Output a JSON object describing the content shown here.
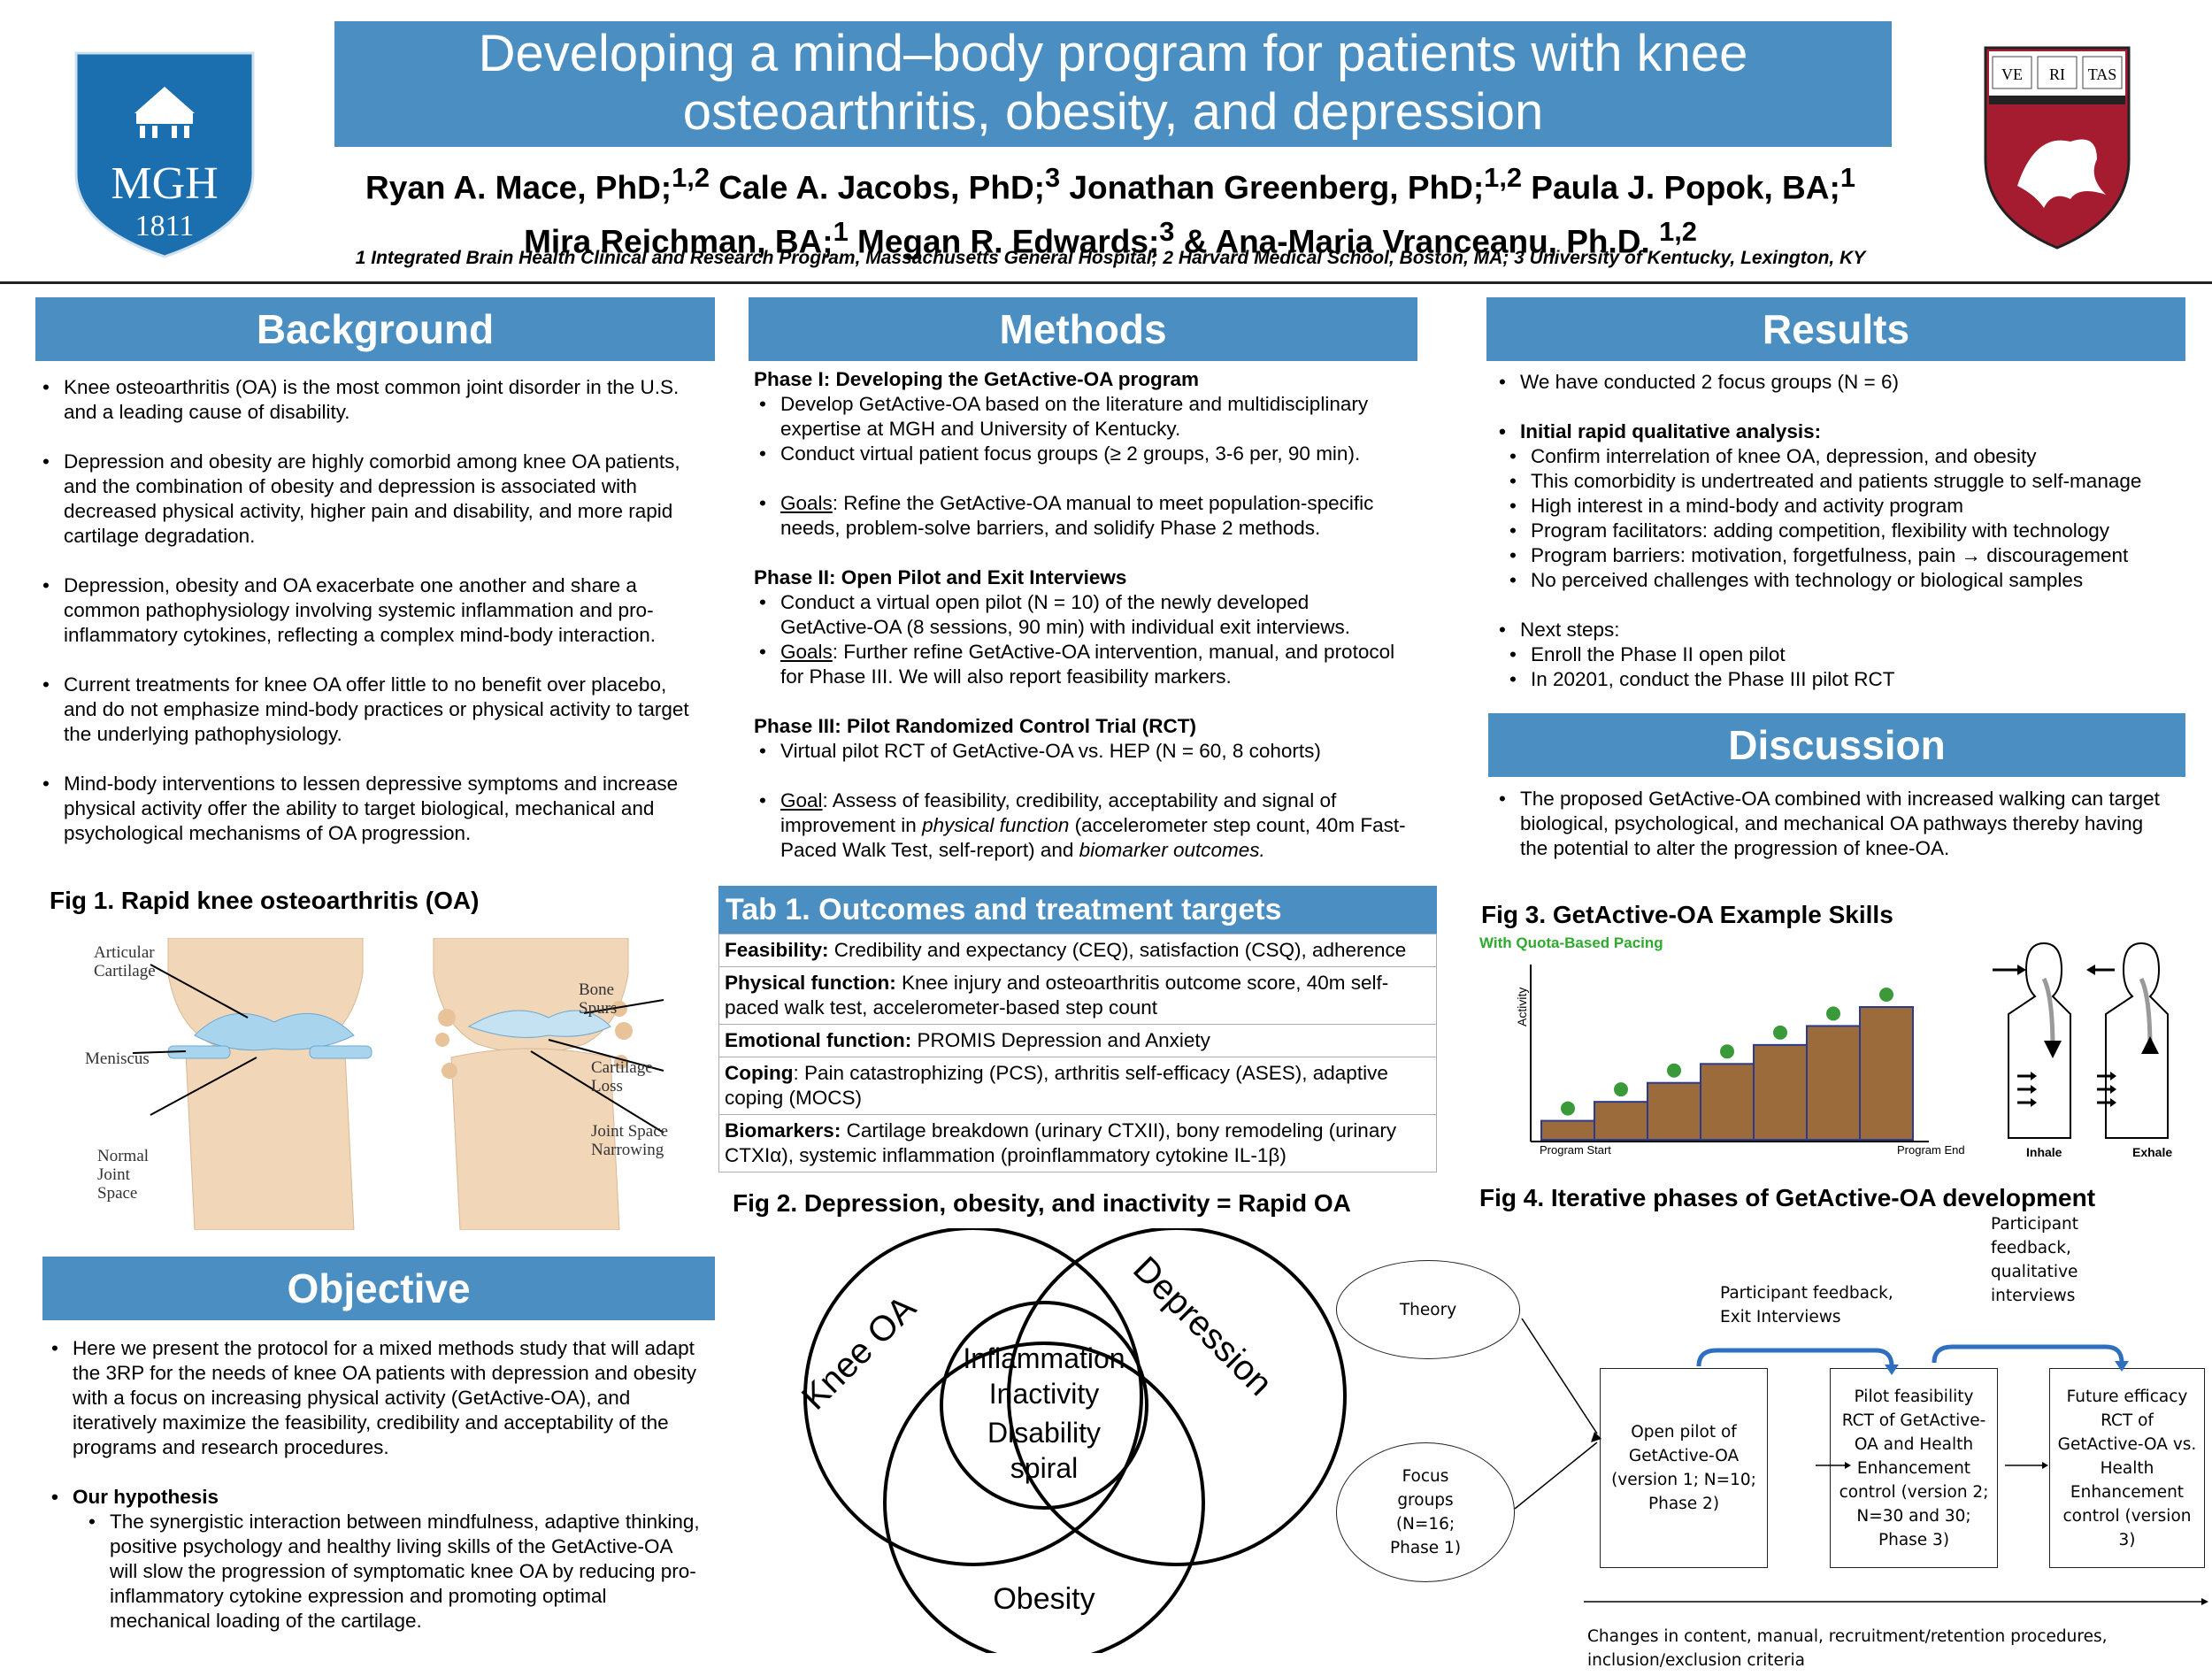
{
  "header": {
    "title_line1": "Developing a mind–body program for patients with knee",
    "title_line2": "osteoarthritis, obesity, and depression",
    "authors_line1": "Ryan A. Mace, PhD;1,2 Cale A. Jacobs, PhD;3 Jonathan Greenberg, PhD;1,2 Paula J. Popok, BA;1",
    "authors_line2": "Mira Reichman, BA;1 Megan R. Edwards;3 & Ana-Maria Vranceanu, Ph.D. 1,2",
    "affiliations": "1 Integrated Brain Health Clinical and Research Program, Massachusetts General Hospital; 2 Harvard Medical School, Boston, MA; 3 University of Kentucky, Lexington, KY"
  },
  "logos": {
    "mgh_text": "MGH",
    "mgh_year": "1811",
    "harvard_text": [
      "VE",
      "RI",
      "TAS"
    ]
  },
  "background": {
    "heading": "Background",
    "bullets": [
      "Knee osteoarthritis (OA) is the most common joint disorder in the U.S. and a leading cause of disability.",
      "Depression and obesity are highly comorbid among knee OA patients, and the combination of obesity and depression is associated with decreased physical activity, higher pain and disability, and more rapid cartilage degradation.",
      "Depression, obesity and OA exacerbate one another and share a common pathophysiology involving systemic inflammation and pro-inflammatory cytokines, reflecting a complex mind-body interaction.",
      "Current treatments for knee OA offer little to no benefit over placebo, and do not emphasize mind-body practices or physical activity to target the underlying pathophysiology.",
      "Mind-body interventions to lessen depressive symptoms and increase physical activity offer the ability to target biological, mechanical and psychological mechanisms of OA progression."
    ]
  },
  "fig1": {
    "title": "Fig 1. Rapid knee osteoarthritis (OA)",
    "labels": {
      "articular": "Articular Cartilage",
      "meniscus": "Meniscus",
      "normal": "Normal Joint Space",
      "spurs": "Bone Spurs",
      "loss": "Cartilage Loss",
      "narrowing": "Joint Space Narrowing"
    }
  },
  "objective": {
    "heading": "Objective",
    "text": "Here we present the protocol for a mixed methods study that will adapt the 3RP for the needs of knee OA patients with depression and obesity with a focus on increasing physical activity (GetActive-OA), and iteratively maximize the feasibility, credibility and acceptability of the programs and research procedures.",
    "hypothesis_label": "Our hypothesis",
    "hypothesis_text": "The synergistic interaction between mindfulness, adaptive thinking, positive psychology and healthy living skills of the GetActive-OA will slow the progression of symptomatic knee OA by reducing pro-inflammatory cytokine expression and promoting optimal mechanical loading of the cartilage."
  },
  "methods": {
    "heading": "Methods",
    "phase1_title": "Phase I: Developing the GetActive-OA program",
    "phase1_b1": "Develop GetActive-OA based on the literature and multidisciplinary expertise at MGH and University of Kentucky.",
    "phase1_b2": "Conduct virtual patient focus groups (≥ 2 groups, 3-6 per, 90 min).",
    "phase1_goal_label": "Goals",
    "phase1_goal": ": Refine the GetActive-OA manual to meet population-specific needs, problem-solve barriers, and solidify Phase 2 methods.",
    "phase2_title": "Phase II: Open Pilot and Exit Interviews",
    "phase2_b1": "Conduct a virtual open pilot (N = 10) of the newly developed GetActive-OA (8 sessions, 90 min) with individual exit interviews.",
    "phase2_goal_label": "Goals",
    "phase2_goal": ": Further refine GetActive-OA intervention, manual, and protocol for Phase III. We will also report feasibility markers.",
    "phase3_title": "Phase III: Pilot Randomized Control Trial (RCT)",
    "phase3_b1": "Virtual pilot RCT of GetActive-OA vs. HEP (N = 60, 8 cohorts)",
    "phase3_goal_label": "Goal",
    "phase3_goal_a": ": Assess of feasibility, credibility, acceptability and signal of improvement in ",
    "phase3_goal_em1": "physical function",
    "phase3_goal_b": " (accelerometer step count, 40m Fast-Paced Walk Test, self-report) and ",
    "phase3_goal_em2": "biomarker outcomes."
  },
  "tab1": {
    "title": "Tab 1. Outcomes and treatment targets",
    "rows": [
      {
        "label": "Feasibility:",
        "text": " Credibility and expectancy (CEQ), satisfaction (CSQ), adherence"
      },
      {
        "label": "Physical function:",
        "text": " Knee injury and osteoarthritis outcome score, 40m self-paced walk test, accelerometer-based step count"
      },
      {
        "label": "Emotional function:",
        "text": " PROMIS Depression and Anxiety"
      },
      {
        "label": "Coping",
        "text": ": Pain catastrophizing (PCS), arthritis self-efficacy (ASES), adaptive coping (MOCS)"
      },
      {
        "label": "Biomarkers:",
        "text": " Cartilage breakdown (urinary CTXII), bony remodeling (urinary CTXIα), systemic inflammation (proinflammatory cytokine IL-1β)"
      }
    ]
  },
  "fig2": {
    "title": "Fig 2. Depression, obesity, and inactivity = Rapid OA",
    "circle1": "Knee OA",
    "circle2": "Depression",
    "circle3": "Obesity",
    "center1": "Inflammation",
    "center2": "Inactivity",
    "center3": "Disability",
    "center4": "spiral"
  },
  "results": {
    "heading": "Results",
    "b1": "We have conducted 2 focus groups (N = 6)",
    "b2": "Initial rapid qualitative analysis:",
    "sub": [
      "Confirm interrelation of knee OA, depression, and obesity",
      "This comorbidity is undertreated and patients struggle to self-manage",
      "High interest in a mind-body and activity program",
      "Program facilitators: adding competition, flexibility with technology",
      "Program barriers: motivation, forgetfulness, pain → discouragement",
      "No perceived challenges with technology or biological samples"
    ],
    "b3": "Next steps:",
    "next": [
      "Enroll the Phase II open pilot",
      "In 20201, conduct the Phase III pilot RCT"
    ]
  },
  "discussion": {
    "heading": "Discussion",
    "text": "The proposed GetActive-OA combined with increased walking can target biological, psychological, and mechanical OA pathways thereby having the potential to alter the progression of knee-OA."
  },
  "fig3": {
    "title": "Fig 3. GetActive-OA Example Skills",
    "subtitle": "With Quota-Based Pacing",
    "ylabel": "Activity",
    "x_start": "Program Start",
    "x_end": "Program End",
    "inhale": "Inhale",
    "exhale": "Exhale",
    "steps": [
      1,
      2,
      3,
      4,
      5,
      6,
      7
    ]
  },
  "fig4": {
    "title": "Fig 4. Iterative phases of GetActive-OA development",
    "theory": "Theory",
    "focus": "Focus groups (N=16; Phase 1)",
    "box1": "Open pilot of GetActive-OA (version 1; N=10; Phase 2)",
    "box2": "Pilot feasibility RCT of GetActive-OA and Health Enhancement control (version 2; N=30 and 30; Phase 3)",
    "box3": "Future efficacy RCT of GetActive-OA vs. Health Enhancement control (version 3)",
    "fb1": "Participant feedback, Exit Interviews",
    "fb2": "Participant feedback, qualitative interviews",
    "bottom": "Changes in content, manual, recruitment/retention procedures, inclusion/exclusion criteria"
  },
  "colors": {
    "header_blue": "#4a8ec2",
    "mgh_blue": "#1b6fae",
    "harvard_red": "#a51c30",
    "cartilage": "#a9d4ee",
    "bone": "#f2d6b8"
  }
}
